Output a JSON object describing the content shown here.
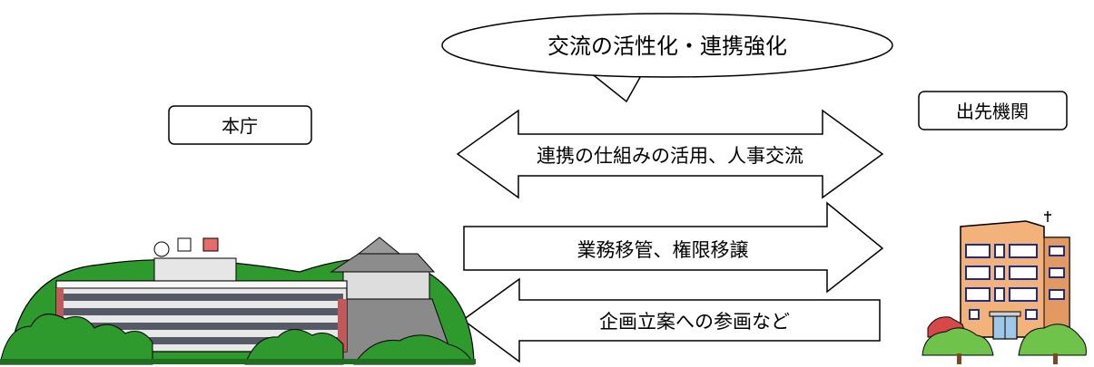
{
  "speech_bubble": {
    "text": "交流の活性化・連携強化"
  },
  "honcho_label": "本庁",
  "demesaki_label": "出先機関",
  "arrows": {
    "bidirectional": "連携の仕組みの活用、人事交流",
    "to_right": "業務移管、権限移譲",
    "to_left": "企画立案への参画など"
  },
  "colors": {
    "outline": "#000000",
    "tree_green": "#2e9a2e",
    "tree_dark": "#1f6e1f",
    "building_peach": "#f3b27a",
    "window_blue": "#1e2d8c",
    "roof_red": "#e76b6b"
  }
}
